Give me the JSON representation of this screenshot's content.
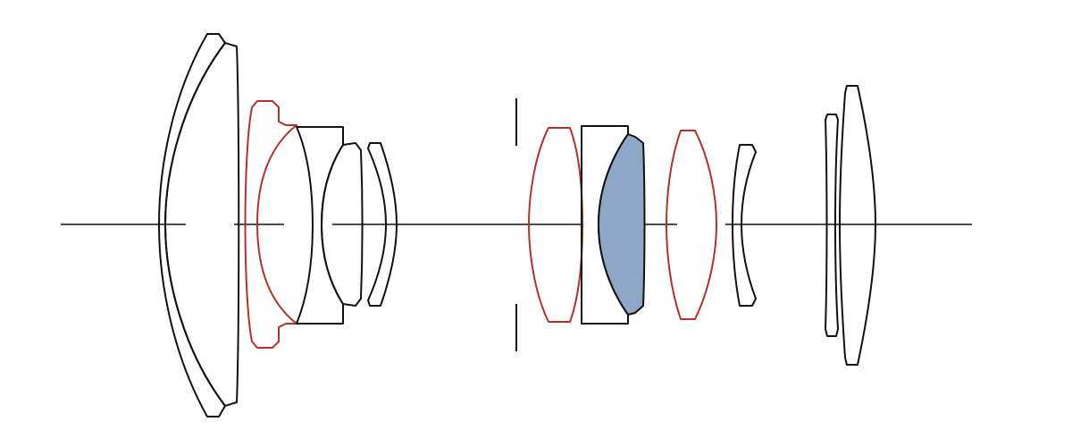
{
  "colors": {
    "background": "#ffffff",
    "outline": "#111111",
    "aspherical_outline": "#b5302a",
    "special_glass_fill": "#8ea7c6"
  },
  "legend_kinds": [
    "standard",
    "aspherical",
    "special-glass"
  ],
  "elements": [
    {
      "id": 1,
      "kind": "standard"
    },
    {
      "id": 2,
      "kind": "standard"
    },
    {
      "id": 3,
      "kind": "aspherical"
    },
    {
      "id": 4,
      "kind": "standard"
    },
    {
      "id": 5,
      "kind": "standard"
    },
    {
      "id": 6,
      "kind": "standard"
    },
    {
      "id": 7,
      "kind": "aspherical"
    },
    {
      "id": 8,
      "kind": "standard"
    },
    {
      "id": 9,
      "kind": "special-glass"
    },
    {
      "id": 10,
      "kind": "aspherical"
    },
    {
      "id": 11,
      "kind": "standard"
    },
    {
      "id": 12,
      "kind": "standard"
    },
    {
      "id": 13,
      "kind": "standard"
    }
  ]
}
